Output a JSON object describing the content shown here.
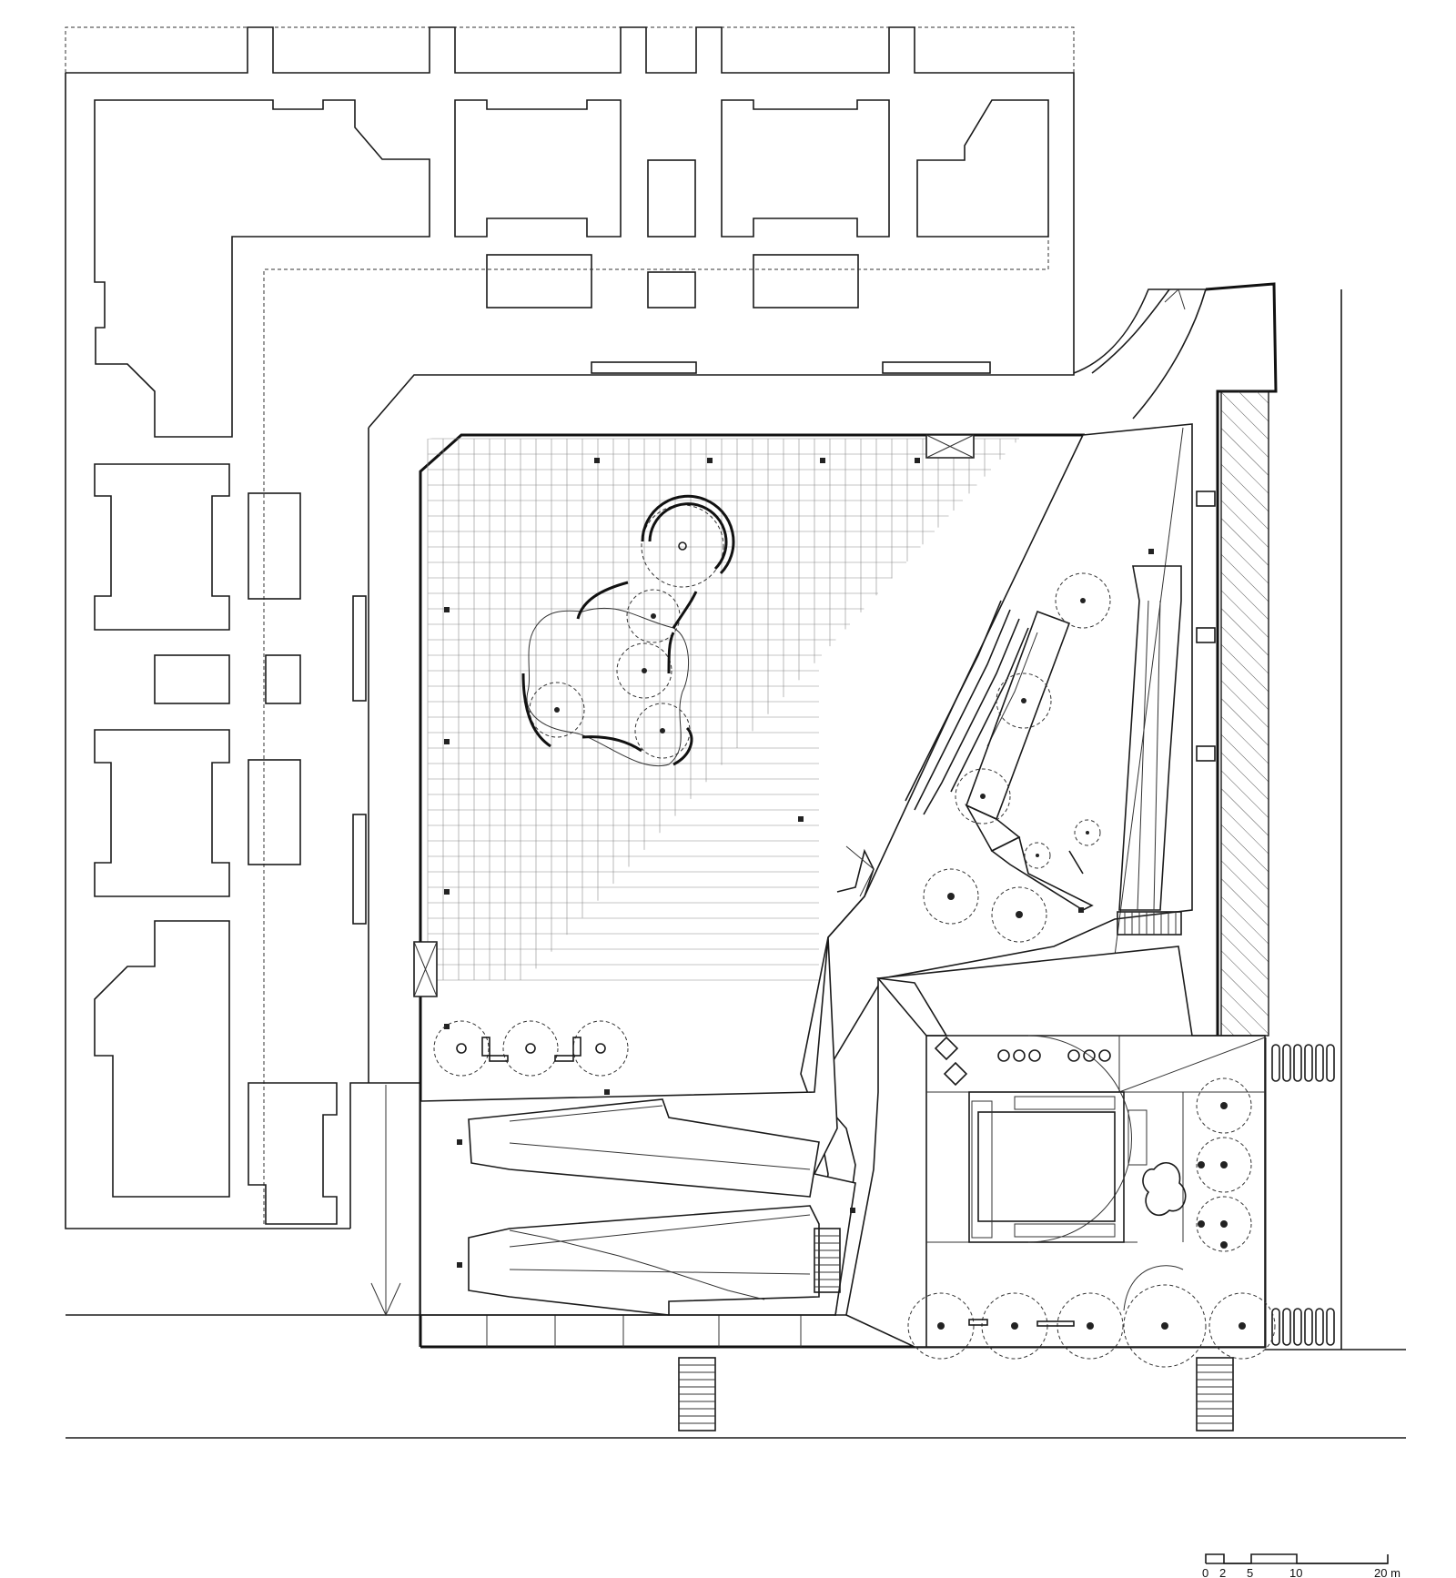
{
  "scale_bar": {
    "labels": [
      "0",
      "2",
      "5",
      "10",
      "20 m"
    ]
  },
  "colors": {
    "line": "#1a1a1a",
    "grid": "#8a8a8a",
    "background": "#ffffff"
  }
}
